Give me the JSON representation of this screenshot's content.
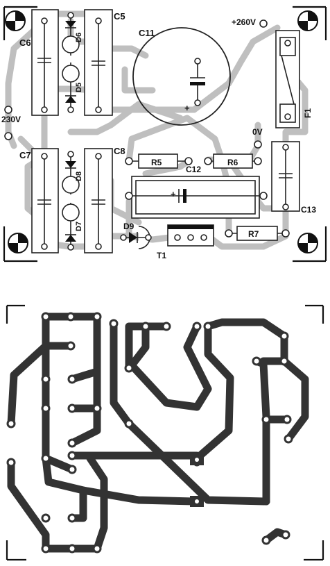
{
  "labels": {
    "c5": "C5",
    "c6": "C6",
    "c7": "C7",
    "c8": "C8",
    "c11": "C11",
    "c12": "C12",
    "c13": "C13",
    "d5": "D5",
    "d6": "D6",
    "d7": "D7",
    "d8": "D8",
    "d9": "D9",
    "r5": "R5",
    "r6": "R6",
    "r7": "R7",
    "t1": "T1",
    "f1": "F1",
    "v260": "+260V",
    "v0": "0V",
    "v230": "230V"
  },
  "colors": {
    "component_side_trace": "#bfbfbf",
    "copper_side_trace": "#333333",
    "outline": "#222222"
  }
}
